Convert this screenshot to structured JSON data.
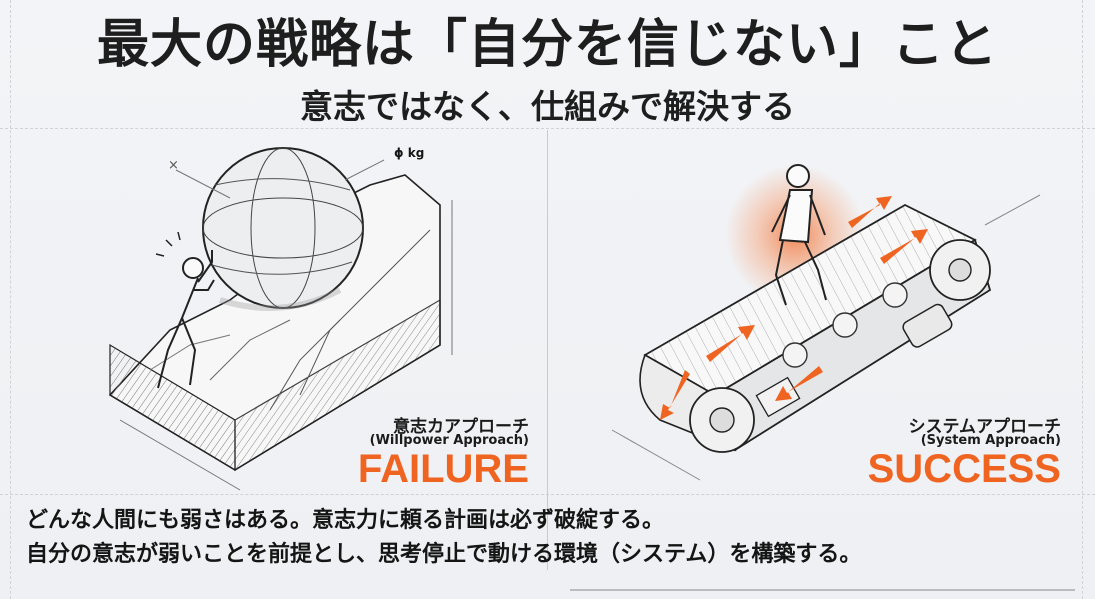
{
  "title": "最大の戦略は「自分を信じない」こと",
  "subtitle": "意志ではなく、仕組みで解決する",
  "left_panel": {
    "annotation_weight": "ϕ kg",
    "annotation_x": "×",
    "label_jp": "意志カアプローチ",
    "label_en": "(Willpower Approach)",
    "verdict": "FAILURE"
  },
  "right_panel": {
    "label_jp": "システムアプローチ",
    "label_en": "(System Approach)",
    "verdict": "SUCCESS"
  },
  "footer": {
    "line1": "どんな人間にも弱さはある。意志力に頼る計画は必ず破綻する。",
    "line2": "自分の意志が弱いことを前提とし、思考停止で動ける環境（システム）を構築する。"
  },
  "colors": {
    "accent": "#f06422",
    "text": "#1e1e1e",
    "background": "#f3f4f6"
  }
}
